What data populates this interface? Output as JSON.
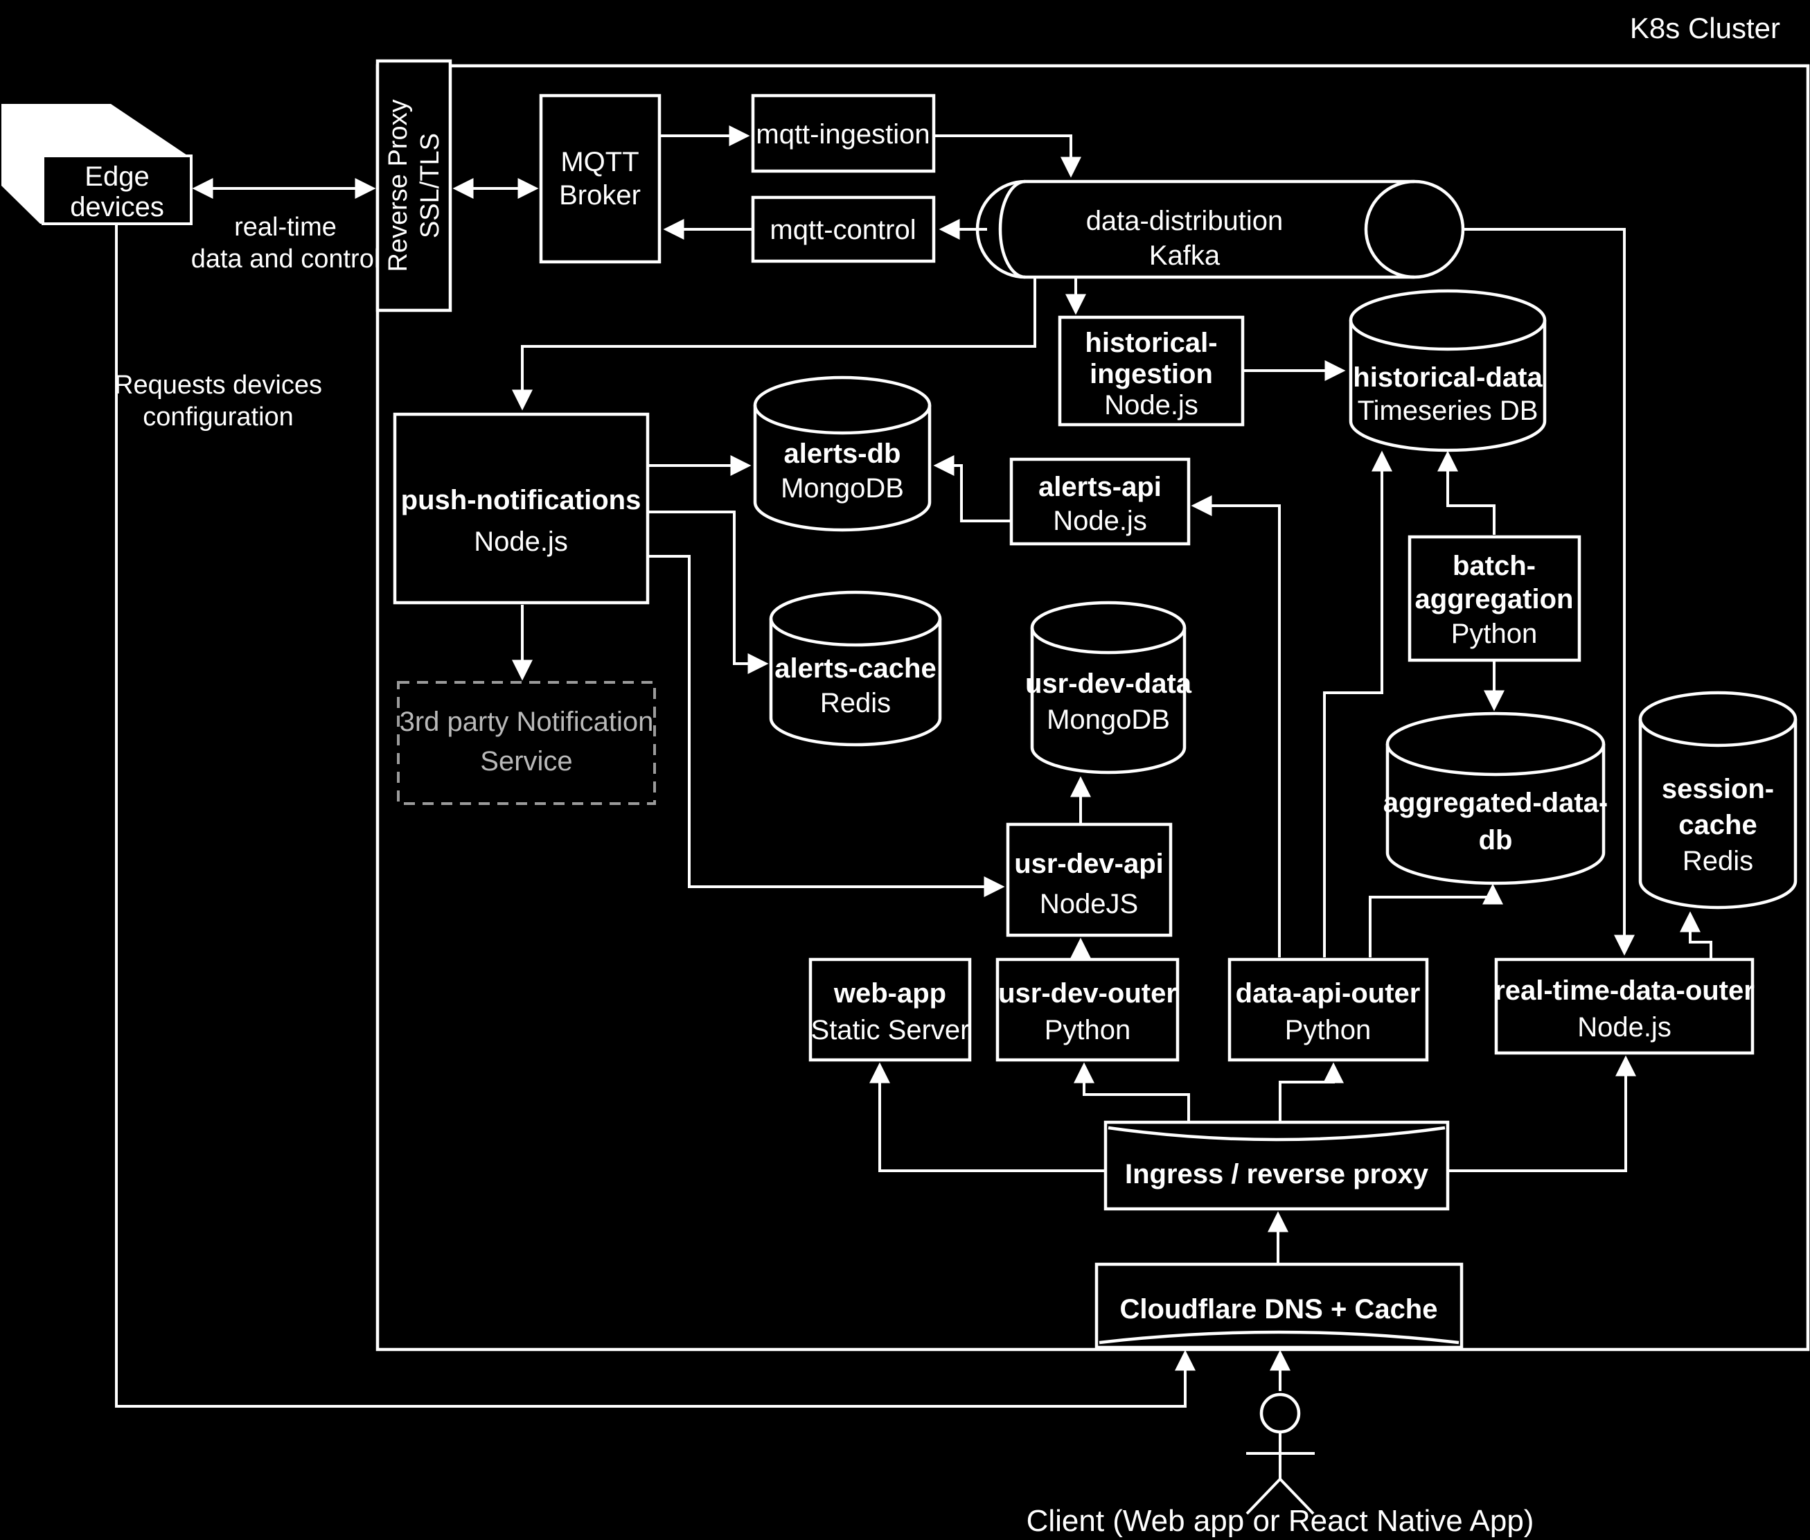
{
  "diagram": {
    "title": "K8s Cluster",
    "colors": {
      "background": "#000000",
      "stroke": "#ffffff",
      "text": "#ffffff",
      "muted": "#9b9b9b"
    },
    "annotations": {
      "realtime_l1": "real-time",
      "realtime_l2": "data and control",
      "requests_l1": "Requests devices",
      "requests_l2": "configuration"
    },
    "nodes": {
      "edge_devices": {
        "l1": "Edge",
        "l2": "devices"
      },
      "reverse_proxy": {
        "l1": "Reverse Proxy",
        "l2": "SSL/TLS"
      },
      "mqtt_broker": {
        "l1": "MQTT",
        "l2": "Broker"
      },
      "mqtt_ingestion": {
        "l1": "mqtt-ingestion"
      },
      "mqtt_control": {
        "l1": "mqtt-control"
      },
      "kafka": {
        "l1": "data-distribution",
        "l2": "Kafka"
      },
      "historical_ingestion": {
        "l1": "historical-",
        "l2": "ingestion",
        "l3": "Node.js"
      },
      "historical_data": {
        "l1": "historical-data",
        "l2": "Timeseries DB"
      },
      "push_notifications": {
        "l1": "push-notifications",
        "l2": "Node.js"
      },
      "third_party": {
        "l1": "3rd party Notification",
        "l2": "Service"
      },
      "alerts_db": {
        "l1": "alerts-db",
        "l2": "MongoDB"
      },
      "alerts_api": {
        "l1": "alerts-api",
        "l2": "Node.js"
      },
      "alerts_cache": {
        "l1": "alerts-cache",
        "l2": "Redis"
      },
      "usr_dev_data": {
        "l1": "usr-dev-data",
        "l2": "MongoDB"
      },
      "usr_dev_api": {
        "l1": "usr-dev-api",
        "l2": "NodeJS"
      },
      "batch_aggregation": {
        "l1": "batch-",
        "l2": "aggregation",
        "l3": "Python"
      },
      "aggregated_db": {
        "l1": "aggregated-data-",
        "l2": "db"
      },
      "session_cache": {
        "l1": "session-",
        "l2": "cache",
        "l3": "Redis"
      },
      "web_app": {
        "l1": "web-app",
        "l2": "Static Server"
      },
      "usr_dev_outer": {
        "l1": "usr-dev-outer",
        "l2": "Python"
      },
      "data_api_outer": {
        "l1": "data-api-outer",
        "l2": "Python"
      },
      "real_time_outer": {
        "l1": "real-time-data-outer",
        "l2": "Node.js"
      },
      "ingress": {
        "l1": "Ingress / reverse proxy"
      },
      "cloudflare": {
        "l1": "Cloudflare DNS + Cache"
      },
      "client": {
        "l1": "Client (Web app or React Native App)"
      }
    }
  }
}
